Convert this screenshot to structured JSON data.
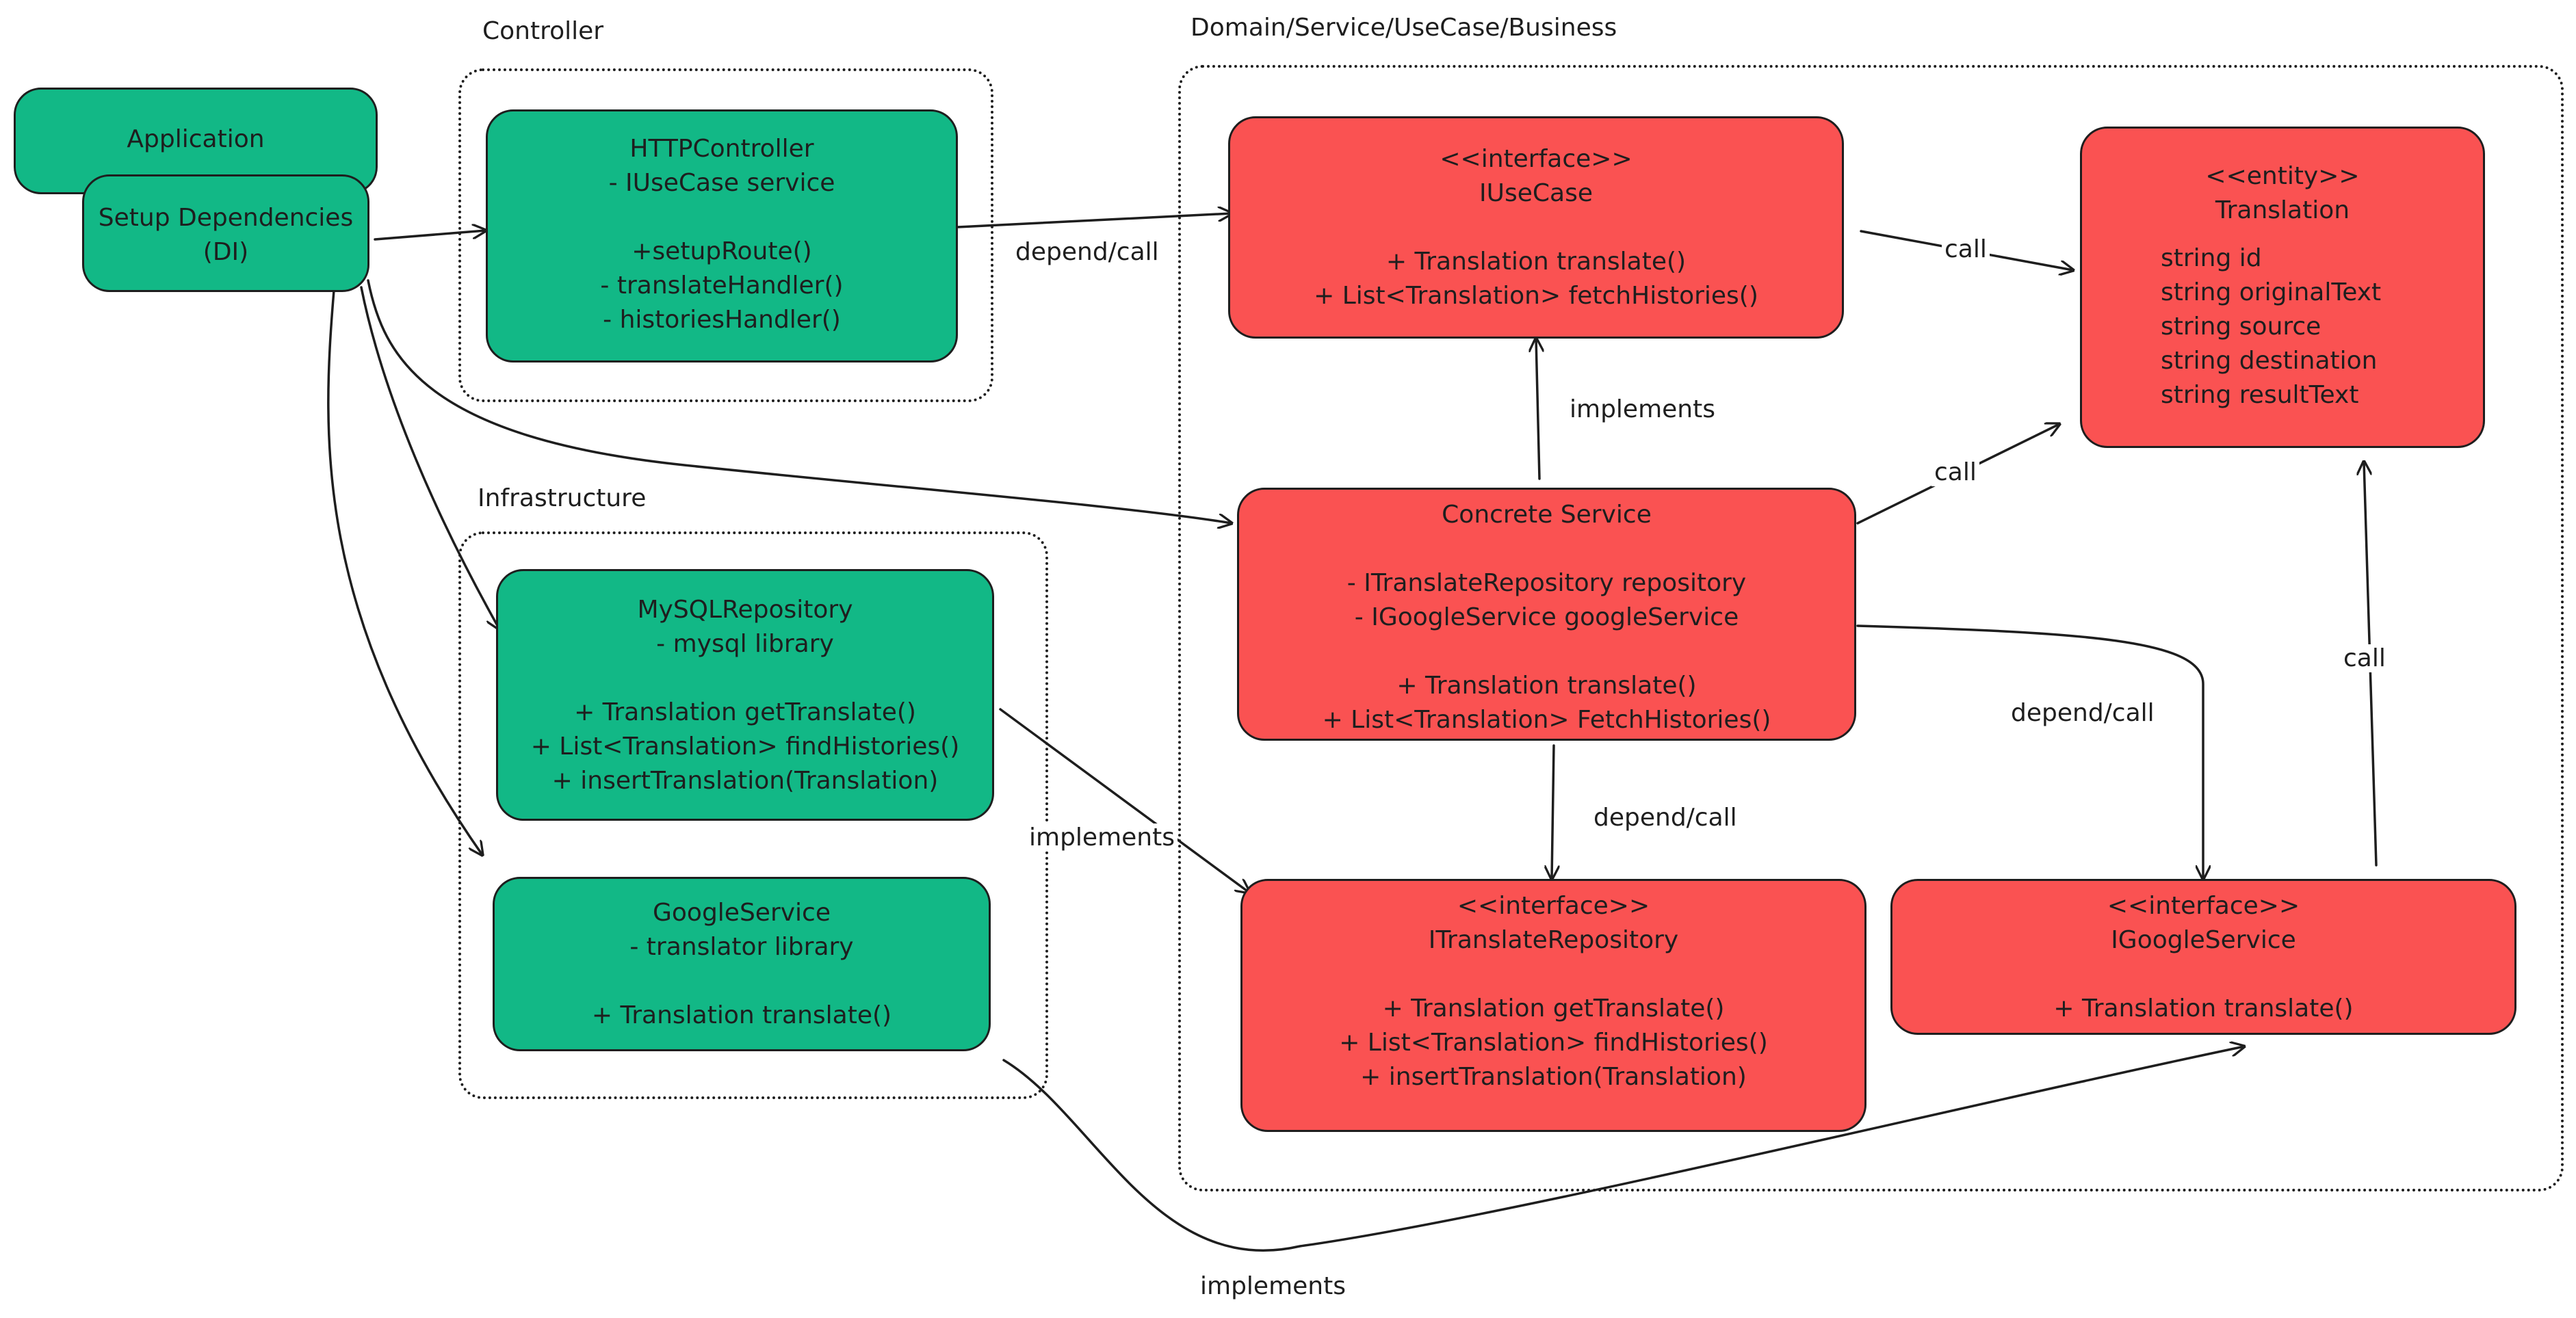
{
  "groups": {
    "controller": "Controller",
    "domain": "Domain/Service/UseCase/Business",
    "infrastructure": "Infrastructure"
  },
  "application": {
    "title": "Application",
    "setup_line1": "Setup Dependencies",
    "setup_line2": "(DI)"
  },
  "http_controller": {
    "title": "HTTPController",
    "fields": [
      "- IUseCase service"
    ],
    "methods": [
      "+setupRoute()",
      "- translateHandler()",
      "- historiesHandler()"
    ]
  },
  "iusecase": {
    "stereotype": "<<interface>>",
    "title": "IUseCase",
    "methods": [
      "+ Translation translate()",
      "+ List<Translation> fetchHistories()"
    ]
  },
  "translation": {
    "stereotype": "<<entity>>",
    "title": "Translation",
    "fields": [
      "string id",
      "string originalText",
      "string source",
      "string destination",
      "string resultText"
    ]
  },
  "concrete_service": {
    "title": "Concrete Service",
    "fields": [
      "- ITranslateRepository repository",
      "- IGoogleService googleService"
    ],
    "methods": [
      "+ Translation translate()",
      "+ List<Translation> FetchHistories()"
    ]
  },
  "mysql_repository": {
    "title": "MySQLRepository",
    "fields": [
      "- mysql library"
    ],
    "methods": [
      "+ Translation getTranslate()",
      "+ List<Translation> findHistories()",
      "+ insertTranslation(Translation)"
    ]
  },
  "google_service": {
    "title": "GoogleService",
    "fields": [
      "- translator library"
    ],
    "methods": [
      "+ Translation translate()"
    ]
  },
  "itranslate_repository": {
    "stereotype": "<<interface>>",
    "title": "ITranslateRepository",
    "methods": [
      "+ Translation getTranslate()",
      "+ List<Translation> findHistories()",
      "+ insertTranslation(Translation)"
    ]
  },
  "igoogle_service": {
    "stereotype": "<<interface>>",
    "title": "IGoogleService",
    "methods": [
      "+ Translation translate()"
    ]
  },
  "edge_labels": {
    "controller_to_usecase": "depend/call",
    "usecase_to_translation": "call",
    "service_implements_usecase": "implements",
    "service_to_translation": "call",
    "service_to_google": "depend/call",
    "google_to_translation": "call",
    "service_to_repository": "depend/call",
    "mysql_implements_repository": "implements",
    "google_implements_igoogle": "implements"
  },
  "colors": {
    "infrastructure_fill": "#12b886",
    "domain_fill": "#fa5252",
    "stroke": "#1e1e1e"
  }
}
